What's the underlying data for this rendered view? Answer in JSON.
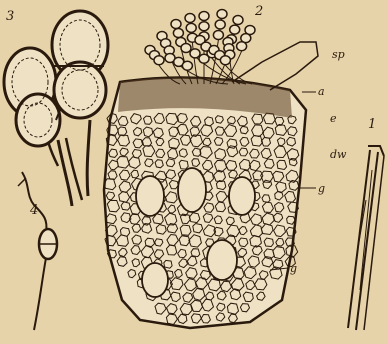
{
  "figure": {
    "subject": "engraved botanical plate: fungal tissue section with spores",
    "palette": {
      "paper": "#e6d3aa",
      "ink": "#2a1a0d",
      "cell_fill": "#efe2c4"
    },
    "figure_numbers": {
      "fig1": "1",
      "fig2": "2",
      "fig3": "3",
      "fig4": "4"
    },
    "section_labels": {
      "sp": "sp",
      "a": "a",
      "e": "e",
      "dw": "dw",
      "g1": "g",
      "g2": "g"
    }
  }
}
